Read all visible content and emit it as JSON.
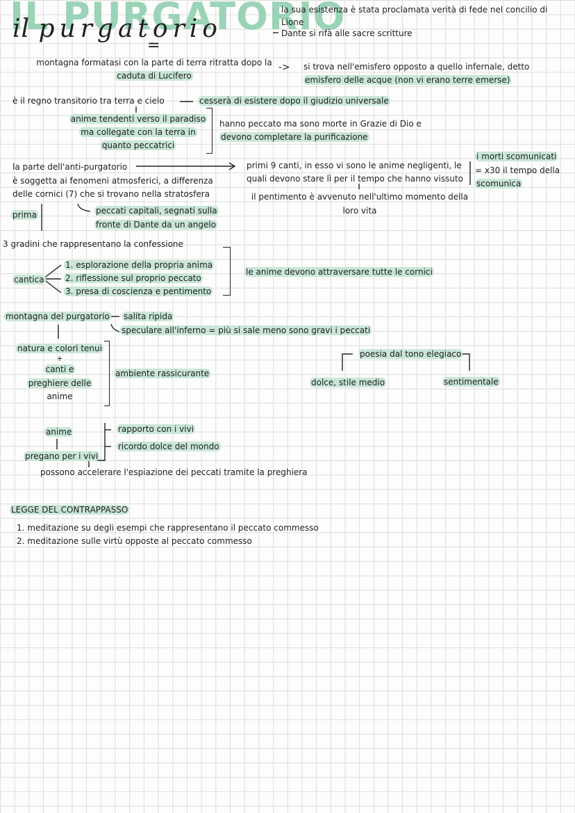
{
  "header": {
    "title_caps": "IL PURGATORIO",
    "title_script_il": "il",
    "title_script_word": "purgatorio",
    "equals": "=",
    "note1": "la sua esistenza è stata proclamata verità di fede nel concilio di",
    "note1b": "Lione",
    "note2": "Dante si rifà alle sacre scritture"
  },
  "montagna": {
    "line1": "montagna formatasi con la parte di terra ritratta dopo la",
    "line2": "caduta di Lucifero",
    "arrow": "->",
    "emisfero1": "si trova nell'emisfero opposto a quello infernale, detto",
    "emisfero2": "emisfero delle acque (non vi erano terre emerse)"
  },
  "regno": {
    "text": "è il regno transitorio tra terra e cielo",
    "dash": "—",
    "cessera": "cesserà di esistere dopo il giudizio universale"
  },
  "anime": {
    "l1": "anime tendenti verso il paradiso",
    "l2": "ma collegate con la terra in",
    "l3": "quanto peccatrici",
    "r1": "hanno peccato ma sono morte in Grazie di Dio e",
    "r2": "devono completare la purificazione"
  },
  "anti": {
    "l1": "la parte dell'anti-purgatorio",
    "l2": "è soggetta ai fenomeni atmosferici, a differenza",
    "l3": "delle cornici (7) che si trovano nella stratosfera",
    "prima": "prima",
    "pc1": "peccati capitali, segnati sulla",
    "pc2": "fronte di Dante da un angelo",
    "canti1": "primi 9 canti, in esso vi sono le anime negligenti, le",
    "canti2": "quali devono stare lì per il tempo che hanno vissuto",
    "morti1": "i morti scomunicati",
    "morti2": "= x30 il tempo della",
    "morti3": "scomunica",
    "pent1": "il pentimento è avvenuto nell'ultimo momento della",
    "pent2": "loro vita"
  },
  "gradini": {
    "title": "3 gradini che rappresentano la confessione",
    "cantica": "cantica",
    "items": [
      "1. esplorazione della propria anima",
      "2. riflessione sul proprio peccato",
      "3. presa di coscienza e pentimento"
    ],
    "right": "le anime devono attraversare tutte le cornici"
  },
  "salita": {
    "montagna": "montagna del purgatorio",
    "dash": "—",
    "salita": "salita ripida",
    "speculare": "speculare all'inferno = più si sale meno sono gravi i peccati"
  },
  "ambiente": {
    "l1": "natura e colori tenui",
    "plus": "+",
    "l2": "canti e",
    "l3": "preghiere delle",
    "l4": "anime",
    "right": "ambiente rassicurante",
    "poesia": "poesia dal tono elegiaco",
    "dolce": "dolce, stile medio",
    "sentimentale": "sentimentale"
  },
  "vivi": {
    "anime": "anime",
    "pregano": "pregano per i vivi",
    "r1": "rapporto con i vivi",
    "r2": "ricordo dolce del mondo",
    "possono": "possono accelerare l'espiazione dei peccati tramite la preghiera"
  },
  "legge": {
    "title": "LEGGE DEL CONTRAPPASSO",
    "items": [
      "1. meditazione su degli esempi che rappresentano il peccato commesso",
      "2. meditazione sulle virtù opposte al peccato commesso"
    ]
  }
}
